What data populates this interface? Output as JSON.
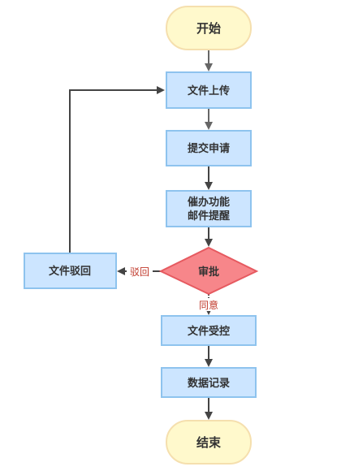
{
  "nodes": {
    "start": "开始",
    "upload": "文件上传",
    "submit": "提交申请",
    "remind_line1": "催办功能",
    "remind_line2": "邮件提醒",
    "review": "审批",
    "reject_node": "文件驳回",
    "control": "文件受控",
    "record": "数据记录",
    "end": "结束"
  },
  "edges": {
    "reject_label": "驳回",
    "approve_label": "同意"
  },
  "colors": {
    "terminal_fill": "#FFF9CC",
    "terminal_stroke": "#F5DFAE",
    "process_fill": "#CCE5FF",
    "process_stroke": "#8EC3EE",
    "decision_fill": "#F7868A",
    "decision_stroke": "#E65A60",
    "label_red": "#C0392B"
  }
}
